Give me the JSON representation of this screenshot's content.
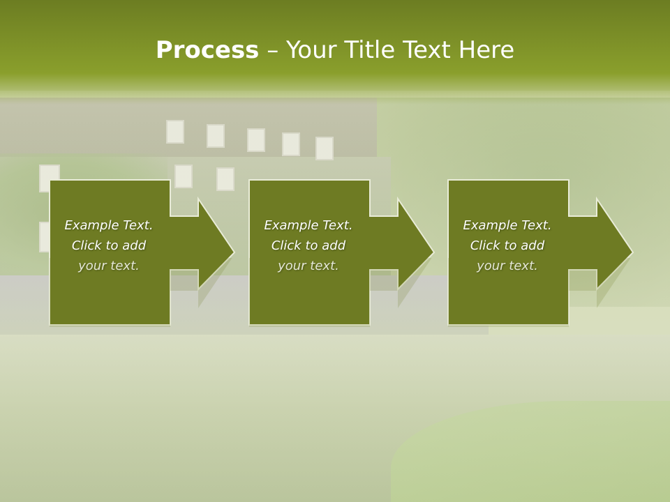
{
  "slide": {
    "title_bold": "Process",
    "title_rest": " – Your Title Text Here"
  },
  "steps": [
    {
      "lines": [
        "Example Text.",
        "Click  to add",
        "your text."
      ]
    },
    {
      "lines": [
        "Example Text.",
        "Click  to add",
        "your text."
      ]
    },
    {
      "lines": [
        "Example Text.",
        "Click  to add",
        "your text."
      ]
    }
  ],
  "colors": {
    "title_band": "#7a8d25",
    "box_fill": "#6e7b23",
    "box_border": "#e9ecd8",
    "text": "#ffffff"
  }
}
